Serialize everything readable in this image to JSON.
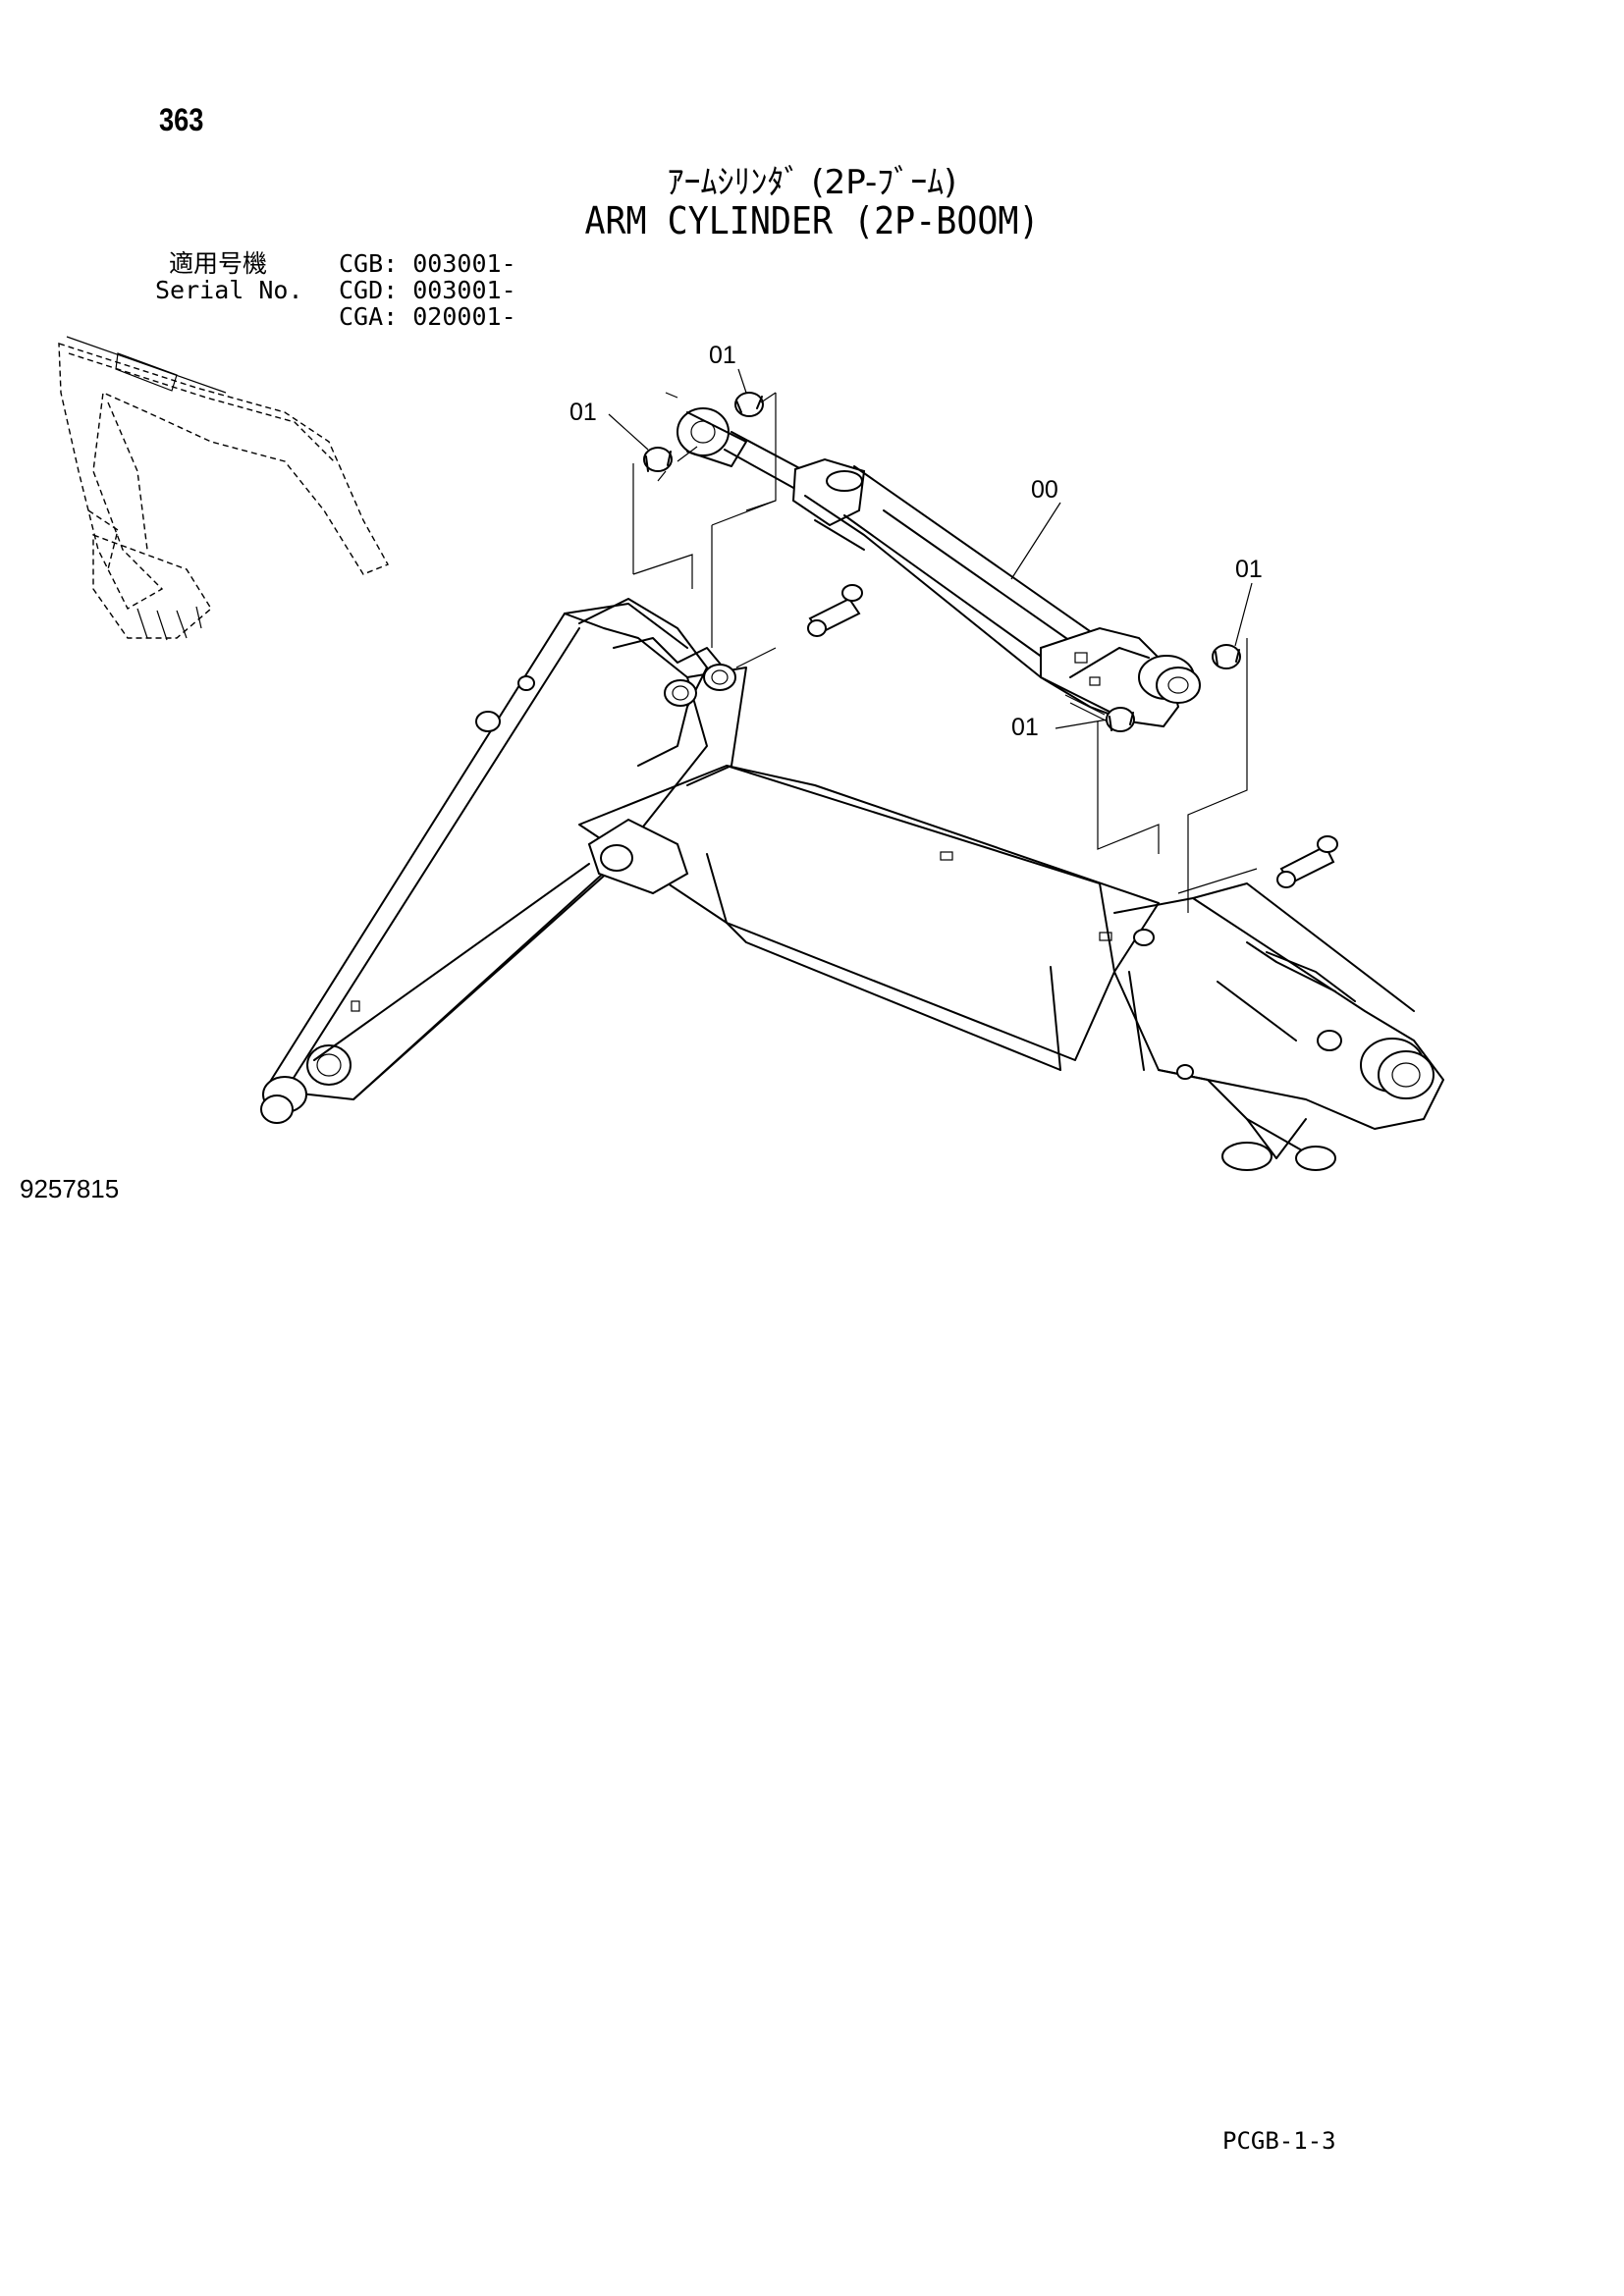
{
  "header": {
    "page_number": "363",
    "title_ja": "ｱｰﾑｼﾘﾝﾀﾞ (2P-ﾌﾞｰﾑ)",
    "title_en": "ARM CYLINDER (2P-BOOM)"
  },
  "serial": {
    "label_ja": "適用号機",
    "label_en": "Serial No.",
    "ranges": [
      "CGB: 003001-",
      "CGD: 003001-",
      "CGA: 020001-"
    ]
  },
  "callouts": {
    "bushing_top_right": "01",
    "bushing_top_left": "01",
    "cylinder": "00",
    "bushing_right_upper": "01",
    "bushing_right_lower": "01"
  },
  "footer": {
    "drawing_number": "9257815",
    "sheet_reference": "PCGB-1-3"
  }
}
